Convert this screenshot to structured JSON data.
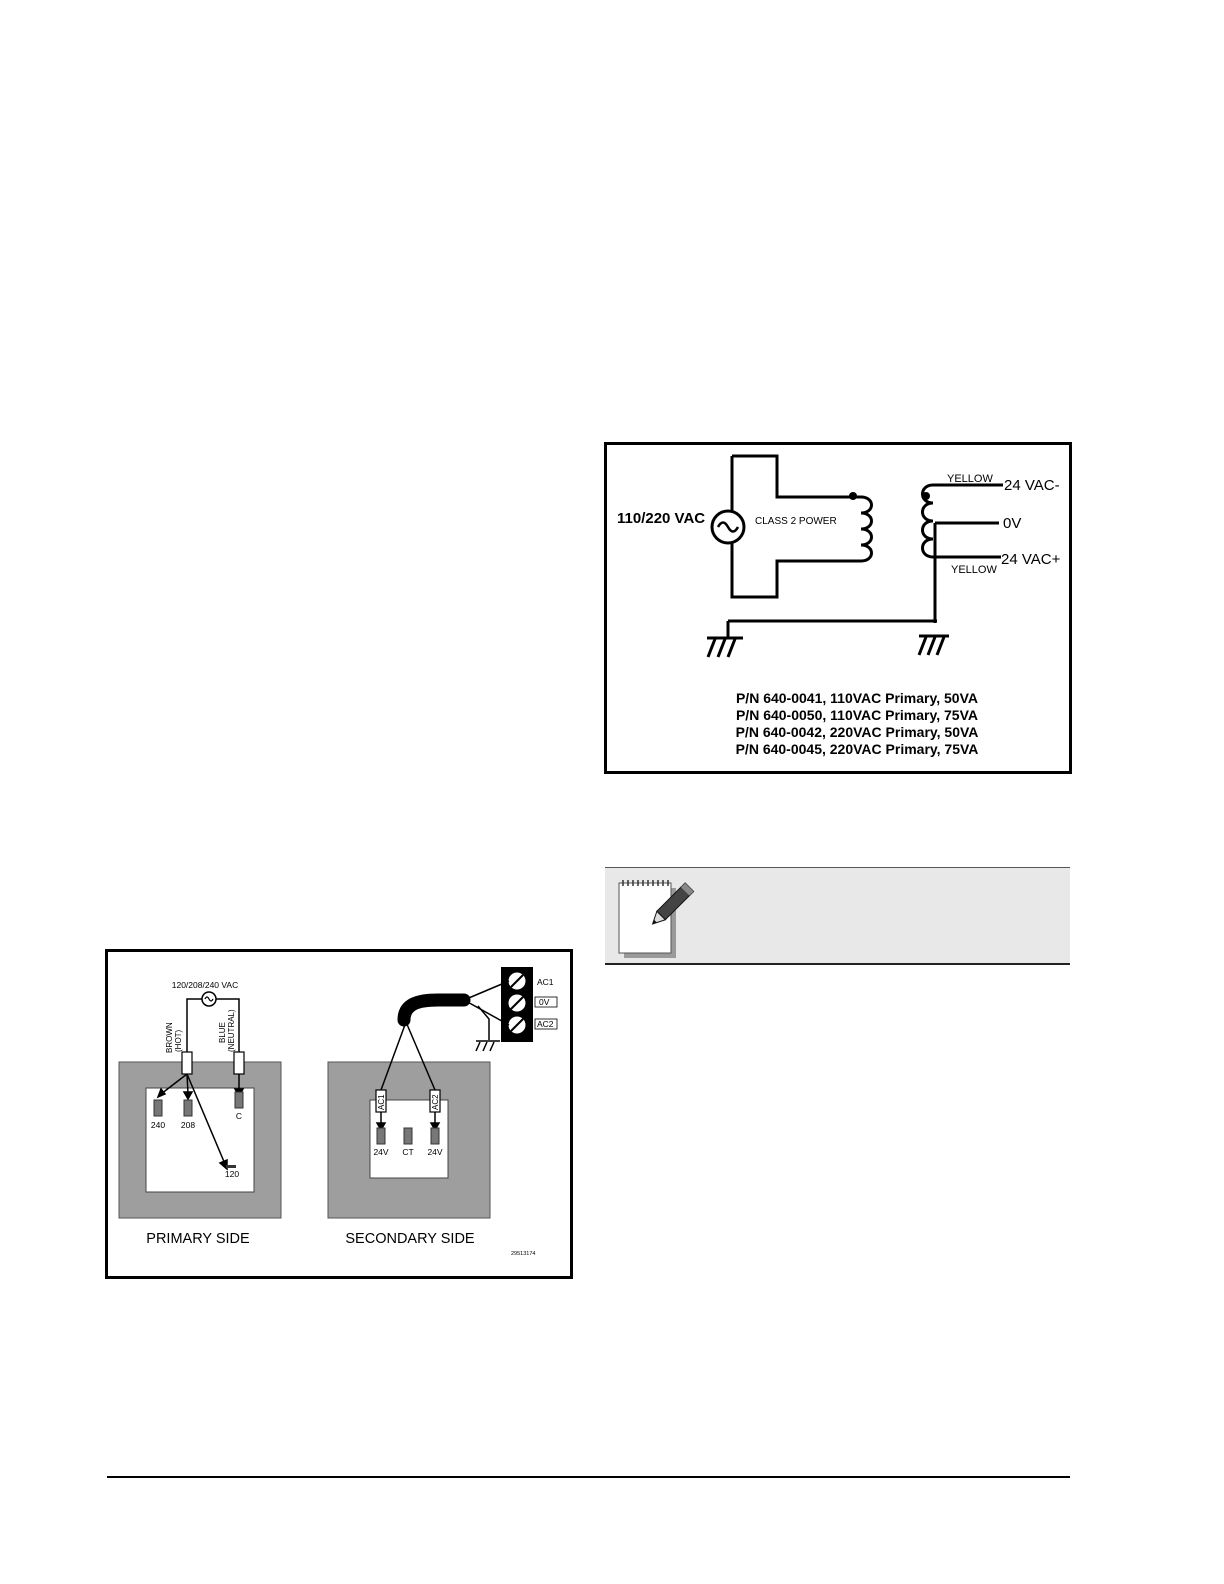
{
  "transformer_diagram": {
    "source_label": "110/220 VAC",
    "class_label": "CLASS 2 POWER",
    "yellow_top": "YELLOW",
    "yellow_bottom": "YELLOW",
    "output_minus": "24 VAC-",
    "output_zero": "0V",
    "output_plus": "24 VAC+",
    "part_numbers": [
      "P/N 640-0041, 110VAC Primary, 50VA",
      "P/N 640-0050, 110VAC Primary, 75VA",
      "P/N 640-0042, 220VAC Primary, 50VA",
      "P/N 640-0045, 220VAC Primary, 75VA"
    ]
  },
  "wiring_diagram": {
    "supply_label": "120/208/240 VAC",
    "brown_label": "BROWN",
    "hot_label": "(HOT)",
    "blue_label": "BLUE",
    "neutral_label": "(NEUTRAL)",
    "tap_240": "240",
    "tap_208": "208",
    "tap_c": "C",
    "tap_120": "120",
    "sec_ac1": "AC1",
    "sec_ac2": "AC2",
    "sec_24v_left": "24V",
    "sec_ct": "CT",
    "sec_24v_right": "24V",
    "term_ac1": "AC1",
    "term_0v": "0V",
    "term_ac2": "AC2",
    "primary_caption": "PRIMARY SIDE",
    "secondary_caption": "SECONDARY SIDE",
    "figure_id": "29513174"
  },
  "note": {
    "icon": "notepad-pencil-icon"
  }
}
